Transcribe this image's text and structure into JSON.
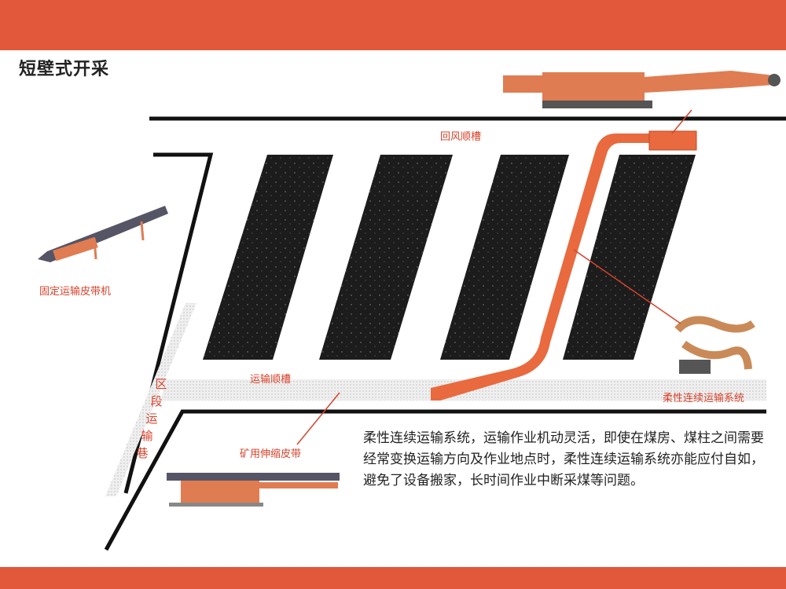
{
  "page": {
    "title": "短壁式开采",
    "colors": {
      "accent": "#e2583a",
      "coal": "#222222",
      "conveyor": "#e86a3e",
      "label": "#d8422a"
    }
  },
  "labels": {
    "return_air_trough": "回风顺槽",
    "transport_trough": "运输顺槽",
    "fixed_belt": "固定运输皮带机",
    "mine_belt": "矿用伸缩皮带",
    "flexible_system": "柔性连续运输系统",
    "section_roadway": [
      "区",
      "段",
      "运",
      "输",
      "巷"
    ]
  },
  "description": "柔性连续运输系统，运输作业机动灵活，即使在煤房、煤柱之间需要经常变换运输方向及作业地点时，柔性连续运输系统亦能应付自如，避免了设备搬家，长时间作业中断采煤等问题。"
}
